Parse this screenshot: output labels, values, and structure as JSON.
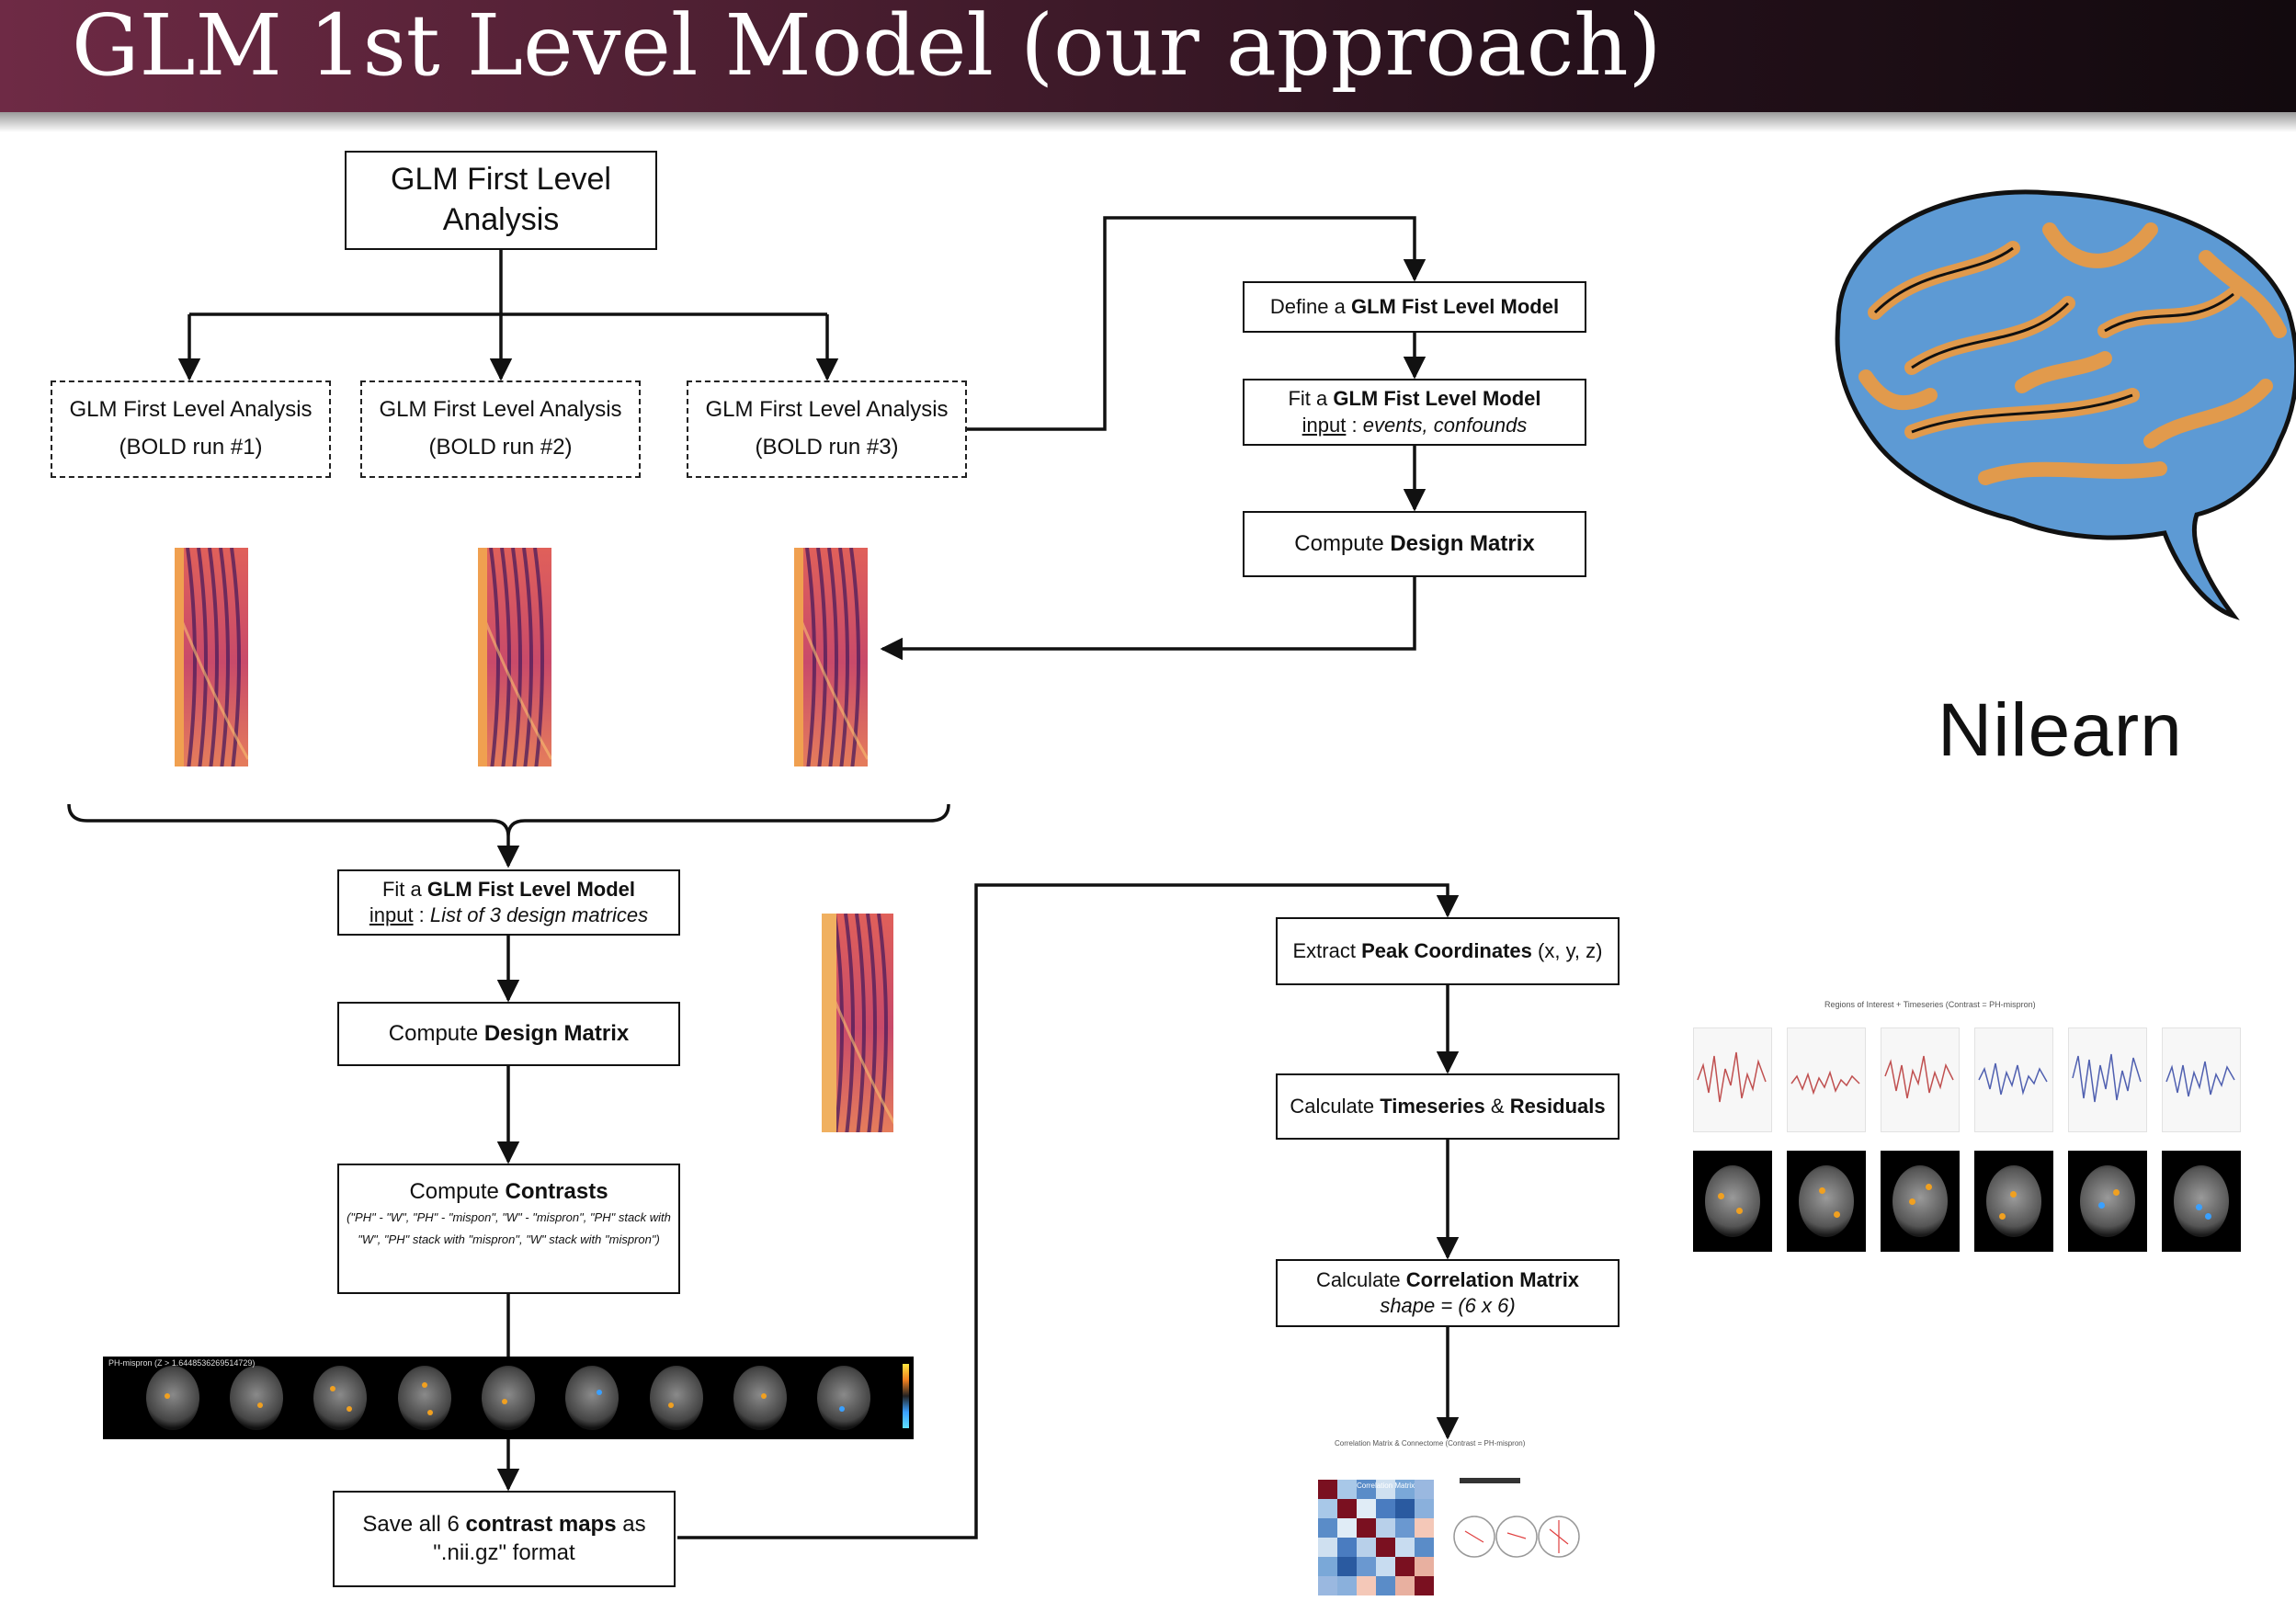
{
  "slide": {
    "title": "GLM 1st Level Model (our approach)",
    "logo_text": "Nilearn",
    "colors": {
      "header_left": "#6e2a45",
      "header_right": "#120a0e",
      "brain_blue": "#5d9ad4",
      "brain_orange": "#e19a4c"
    }
  },
  "nodes": {
    "root": {
      "line1": "GLM First Level",
      "line2": "Analysis"
    },
    "runs": [
      {
        "line1": "GLM First Level Analysis",
        "line2": "(BOLD run #1)"
      },
      {
        "line1": "GLM First Level Analysis",
        "line2": "(BOLD run #2)"
      },
      {
        "line1": "GLM First Level Analysis",
        "line2": "(BOLD run #3)"
      }
    ],
    "define_model": {
      "pre": "Define a ",
      "bold": "GLM Fist Level Model"
    },
    "fit_model_run": {
      "pre": "Fit a ",
      "bold": "GLM Fist Level Model",
      "input_label": "input",
      "sep": " : ",
      "input_value": "events, confounds"
    },
    "design_matrix_run": {
      "pre": "Compute ",
      "bold": "Design Matrix"
    },
    "fit_model_all": {
      "pre": "Fit a ",
      "bold": "GLM Fist Level Model",
      "input_label": "input",
      "sep": " : ",
      "input_value": "List of 3 design matrices"
    },
    "design_matrix_all": {
      "pre": "Compute ",
      "bold": "Design Matrix"
    },
    "contrasts": {
      "pre": "Compute ",
      "bold": "Contrasts",
      "detail": "(\"PH\" - \"W\", \"PH\" - \"mispon\", \"W\" - \"mispron\", \"PH\" stack with \"W\", \"PH\" stack with \"mispron\", \"W\" stack with \"mispron\")"
    },
    "save_maps": {
      "pre": "Save all 6 ",
      "bold": "contrast maps",
      "post": " as",
      "line2": "\".nii.gz\" format"
    },
    "peak_coords": {
      "pre": "Extract ",
      "bold": "Peak Coordinates",
      "post": " (x, y, z)"
    },
    "timeseries": {
      "pre": "Calculate ",
      "bold1": "Timeseries",
      "mid": " & ",
      "bold2": "Residuals"
    },
    "corr_matrix": {
      "pre": "Calculate ",
      "bold": "Correlation Matrix",
      "line2": "shape = (6 x 6)"
    }
  },
  "figures": {
    "contrast_strip_label": "PH-mispron (Z > 1.6448536269514729)",
    "roi_title": "Regions of Interest + Timeseries (Contrast = PH-mispron)",
    "corr_title": "Correlation Matrix & Connectome (Contrast = PH-mispron)",
    "corr_inner_label": "Correlation Matrix"
  }
}
